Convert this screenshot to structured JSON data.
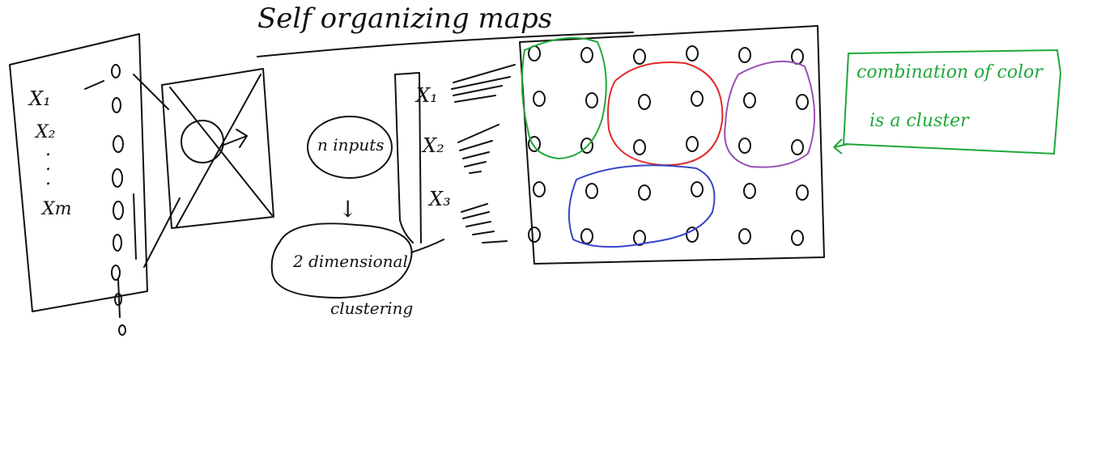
{
  "title": "Self organizing maps",
  "input_vector": {
    "labels": [
      "X₁",
      "X₂",
      ".",
      ".",
      ".",
      "Xm"
    ]
  },
  "concept": {
    "bubble_top": "n inputs",
    "arrow": "↓",
    "bubble_bottom": "2 dimensional",
    "bottom_note": "clustering"
  },
  "feature_inputs": {
    "labels": [
      "X₁",
      "X₂",
      "X₃"
    ]
  },
  "map_grid": {
    "rows": 5,
    "cols": 6
  },
  "cluster_colors": {
    "green": "#22a838",
    "red": "#e02a2a",
    "purple": "#9a4fb5",
    "blue": "#3844c8",
    "note": "#1fa83a"
  },
  "note": {
    "line1": "combination of color",
    "line2": "is a cluster"
  }
}
